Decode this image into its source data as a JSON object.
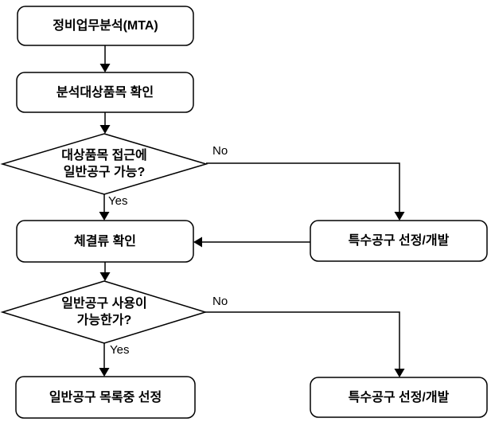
{
  "diagram": {
    "title": "MTA tool selection flowchart",
    "nodes": {
      "mta": {
        "label": "정비업무분석(MTA)"
      },
      "confirm_target_item": {
        "label": "분석대상품목 확인"
      },
      "decision_access": {
        "line1": "대상품목 접근에",
        "line2": "일반공구 가능?"
      },
      "fastener_check": {
        "label": "체결류 확인"
      },
      "special_tool_top": {
        "label": "특수공구 선정/개발"
      },
      "decision_general_use": {
        "line1": "일반공구 사용이",
        "line2": "가능한가?"
      },
      "select_general_tool": {
        "label": "일반공구 목록중 선정"
      },
      "special_tool_bottom": {
        "label": "특수공구 선정/개발"
      }
    },
    "edge_labels": {
      "no_top": "No",
      "yes_top": "Yes",
      "no_bottom": "No",
      "yes_bottom": "Yes"
    },
    "colors": {
      "stroke": "#000000",
      "node_fill": "#ffffff",
      "text": "#000000",
      "background": "#ffffff"
    }
  }
}
